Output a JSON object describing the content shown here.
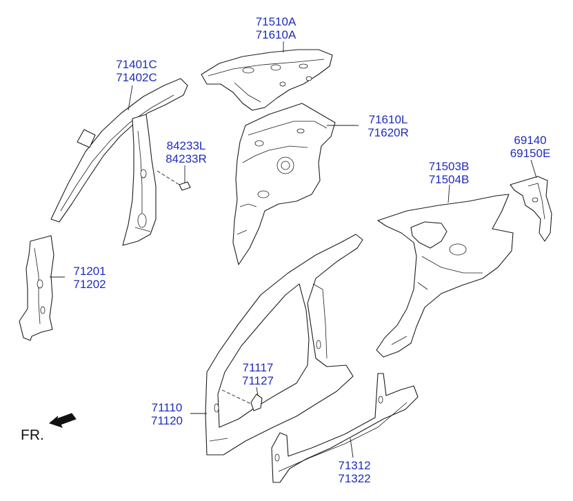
{
  "callouts": [
    {
      "id": "roof-rail",
      "codes": [
        "71510A",
        "71610A"
      ]
    },
    {
      "id": "a-pillar",
      "codes": [
        "71401C",
        "71402C"
      ]
    },
    {
      "id": "bracket",
      "codes": [
        "84233L",
        "84233R"
      ]
    },
    {
      "id": "wheelhouse",
      "codes": [
        "71610L",
        "71620R"
      ]
    },
    {
      "id": "rear-bracket",
      "codes": [
        "69140",
        "69150E"
      ]
    },
    {
      "id": "quarter-panel",
      "codes": [
        "71503B",
        "71504B"
      ]
    },
    {
      "id": "b-pillar-reinf",
      "codes": [
        "71201",
        "71202"
      ]
    },
    {
      "id": "clip",
      "codes": [
        "71117",
        "71127"
      ]
    },
    {
      "id": "side-outer",
      "codes": [
        "71110",
        "71120"
      ]
    },
    {
      "id": "sill",
      "codes": [
        "71312",
        "71322"
      ]
    }
  ],
  "direction_label": "FR.",
  "colors": {
    "callout": "#1e2bbf",
    "line": "#1a1a1a"
  }
}
